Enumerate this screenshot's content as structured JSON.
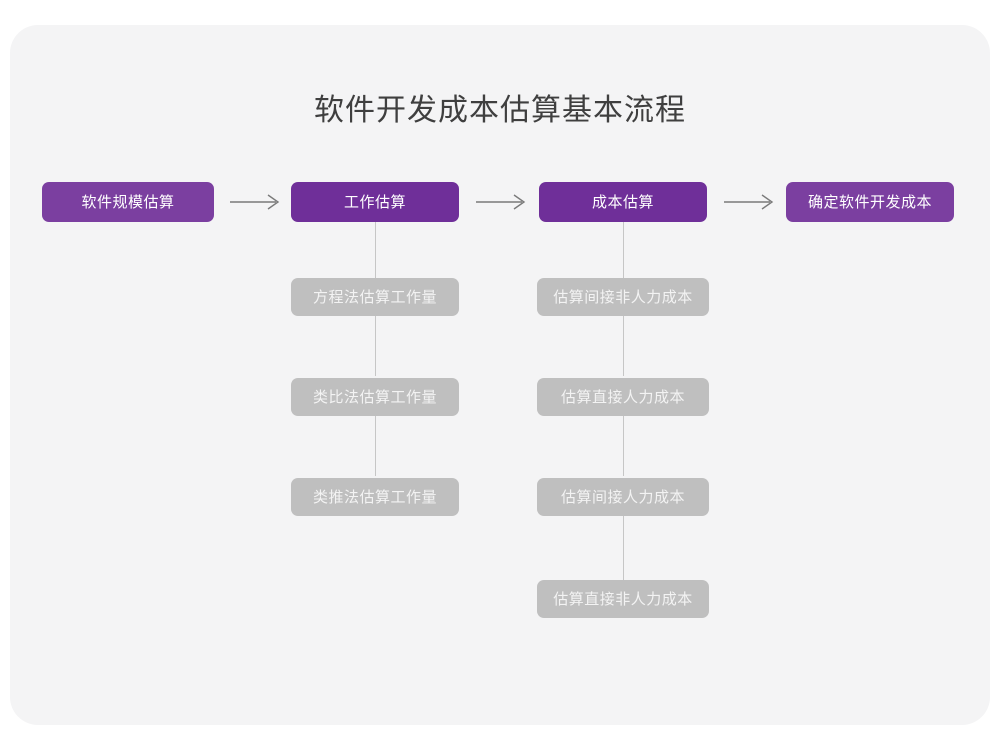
{
  "diagram": {
    "title": "软件开发成本估算基本流程",
    "colors": {
      "canvas": "#ffffff",
      "card": "#f4f4f5",
      "primary": "#7b3fa0",
      "primary_shade": "#6f2f99",
      "secondary": "#bfbfbf",
      "primary_text": "#ffffff",
      "secondary_text": "#f3f3f3",
      "title_text": "#3f3f3f",
      "connector": "#c6c6c6",
      "arrow": "#7a7a7a"
    },
    "stages": [
      {
        "id": "stage-1",
        "label": "软件规模估算",
        "substeps": []
      },
      {
        "id": "stage-2",
        "label": "工作估算",
        "substeps": [
          "方程法估算工作量",
          "类比法估算工作量",
          "类推法估算工作量"
        ]
      },
      {
        "id": "stage-3",
        "label": "成本估算",
        "substeps": [
          "估算间接非人力成本",
          "估算直接人力成本",
          "估算间接人力成本",
          "估算直接非人力成本"
        ]
      },
      {
        "id": "stage-4",
        "label": "确定软件开发成本",
        "substeps": []
      }
    ],
    "arrows": [
      {
        "id": "arrow-1",
        "glyph": "⟶"
      },
      {
        "id": "arrow-2",
        "glyph": "⟶"
      },
      {
        "id": "arrow-3",
        "glyph": "⟶"
      }
    ]
  }
}
